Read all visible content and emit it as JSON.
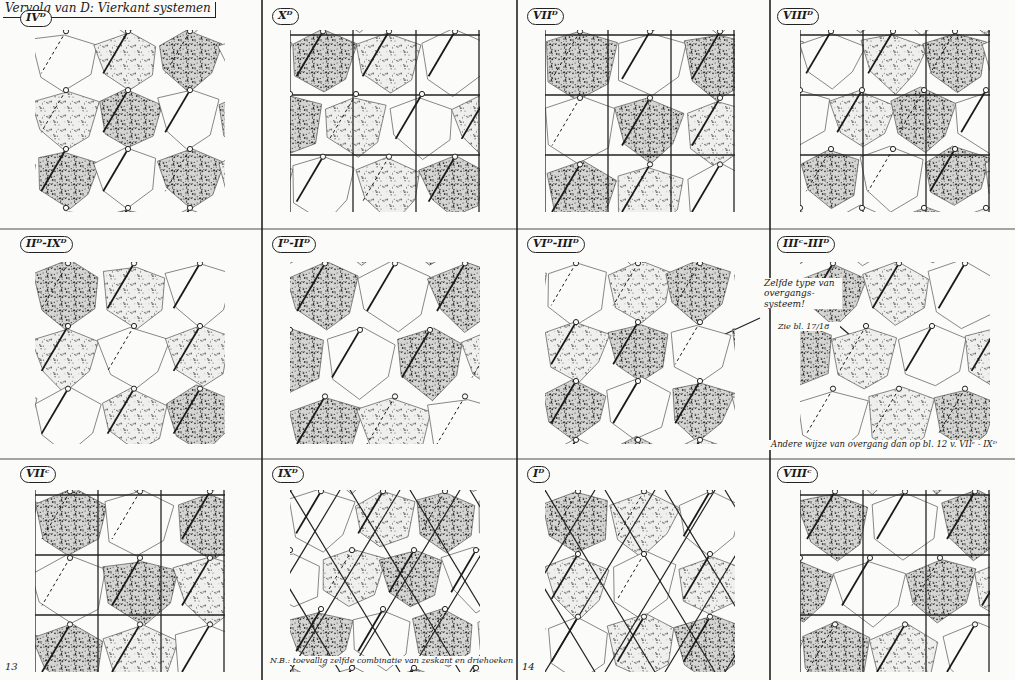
{
  "diagram": {
    "title": "Vervolg van D: Vierkant systemen",
    "labels": [
      "IVᴰ",
      "Xᴰ",
      "VIIᴰ",
      "VIIIᴰ",
      "IIᴰ-IXᴰ",
      "Iᴰ-IIᴰ",
      "VIᴰ-IIIᴰ",
      "IIIᶜ-IIIᴰ",
      "VIIᶜ",
      "IXᴰ",
      "Iᴰ",
      "VIIIᶜ",
      "Zelfde type van overgangs-systeem!",
      "Zie bl. 17/18",
      "Andere wijze van overgang dan op bl. 12 v. VIIᶜ - IXᴰ",
      "N.B.: toevallig zelfde combinatie van zeskant en driehoeken",
      "13",
      "14"
    ]
  }
}
